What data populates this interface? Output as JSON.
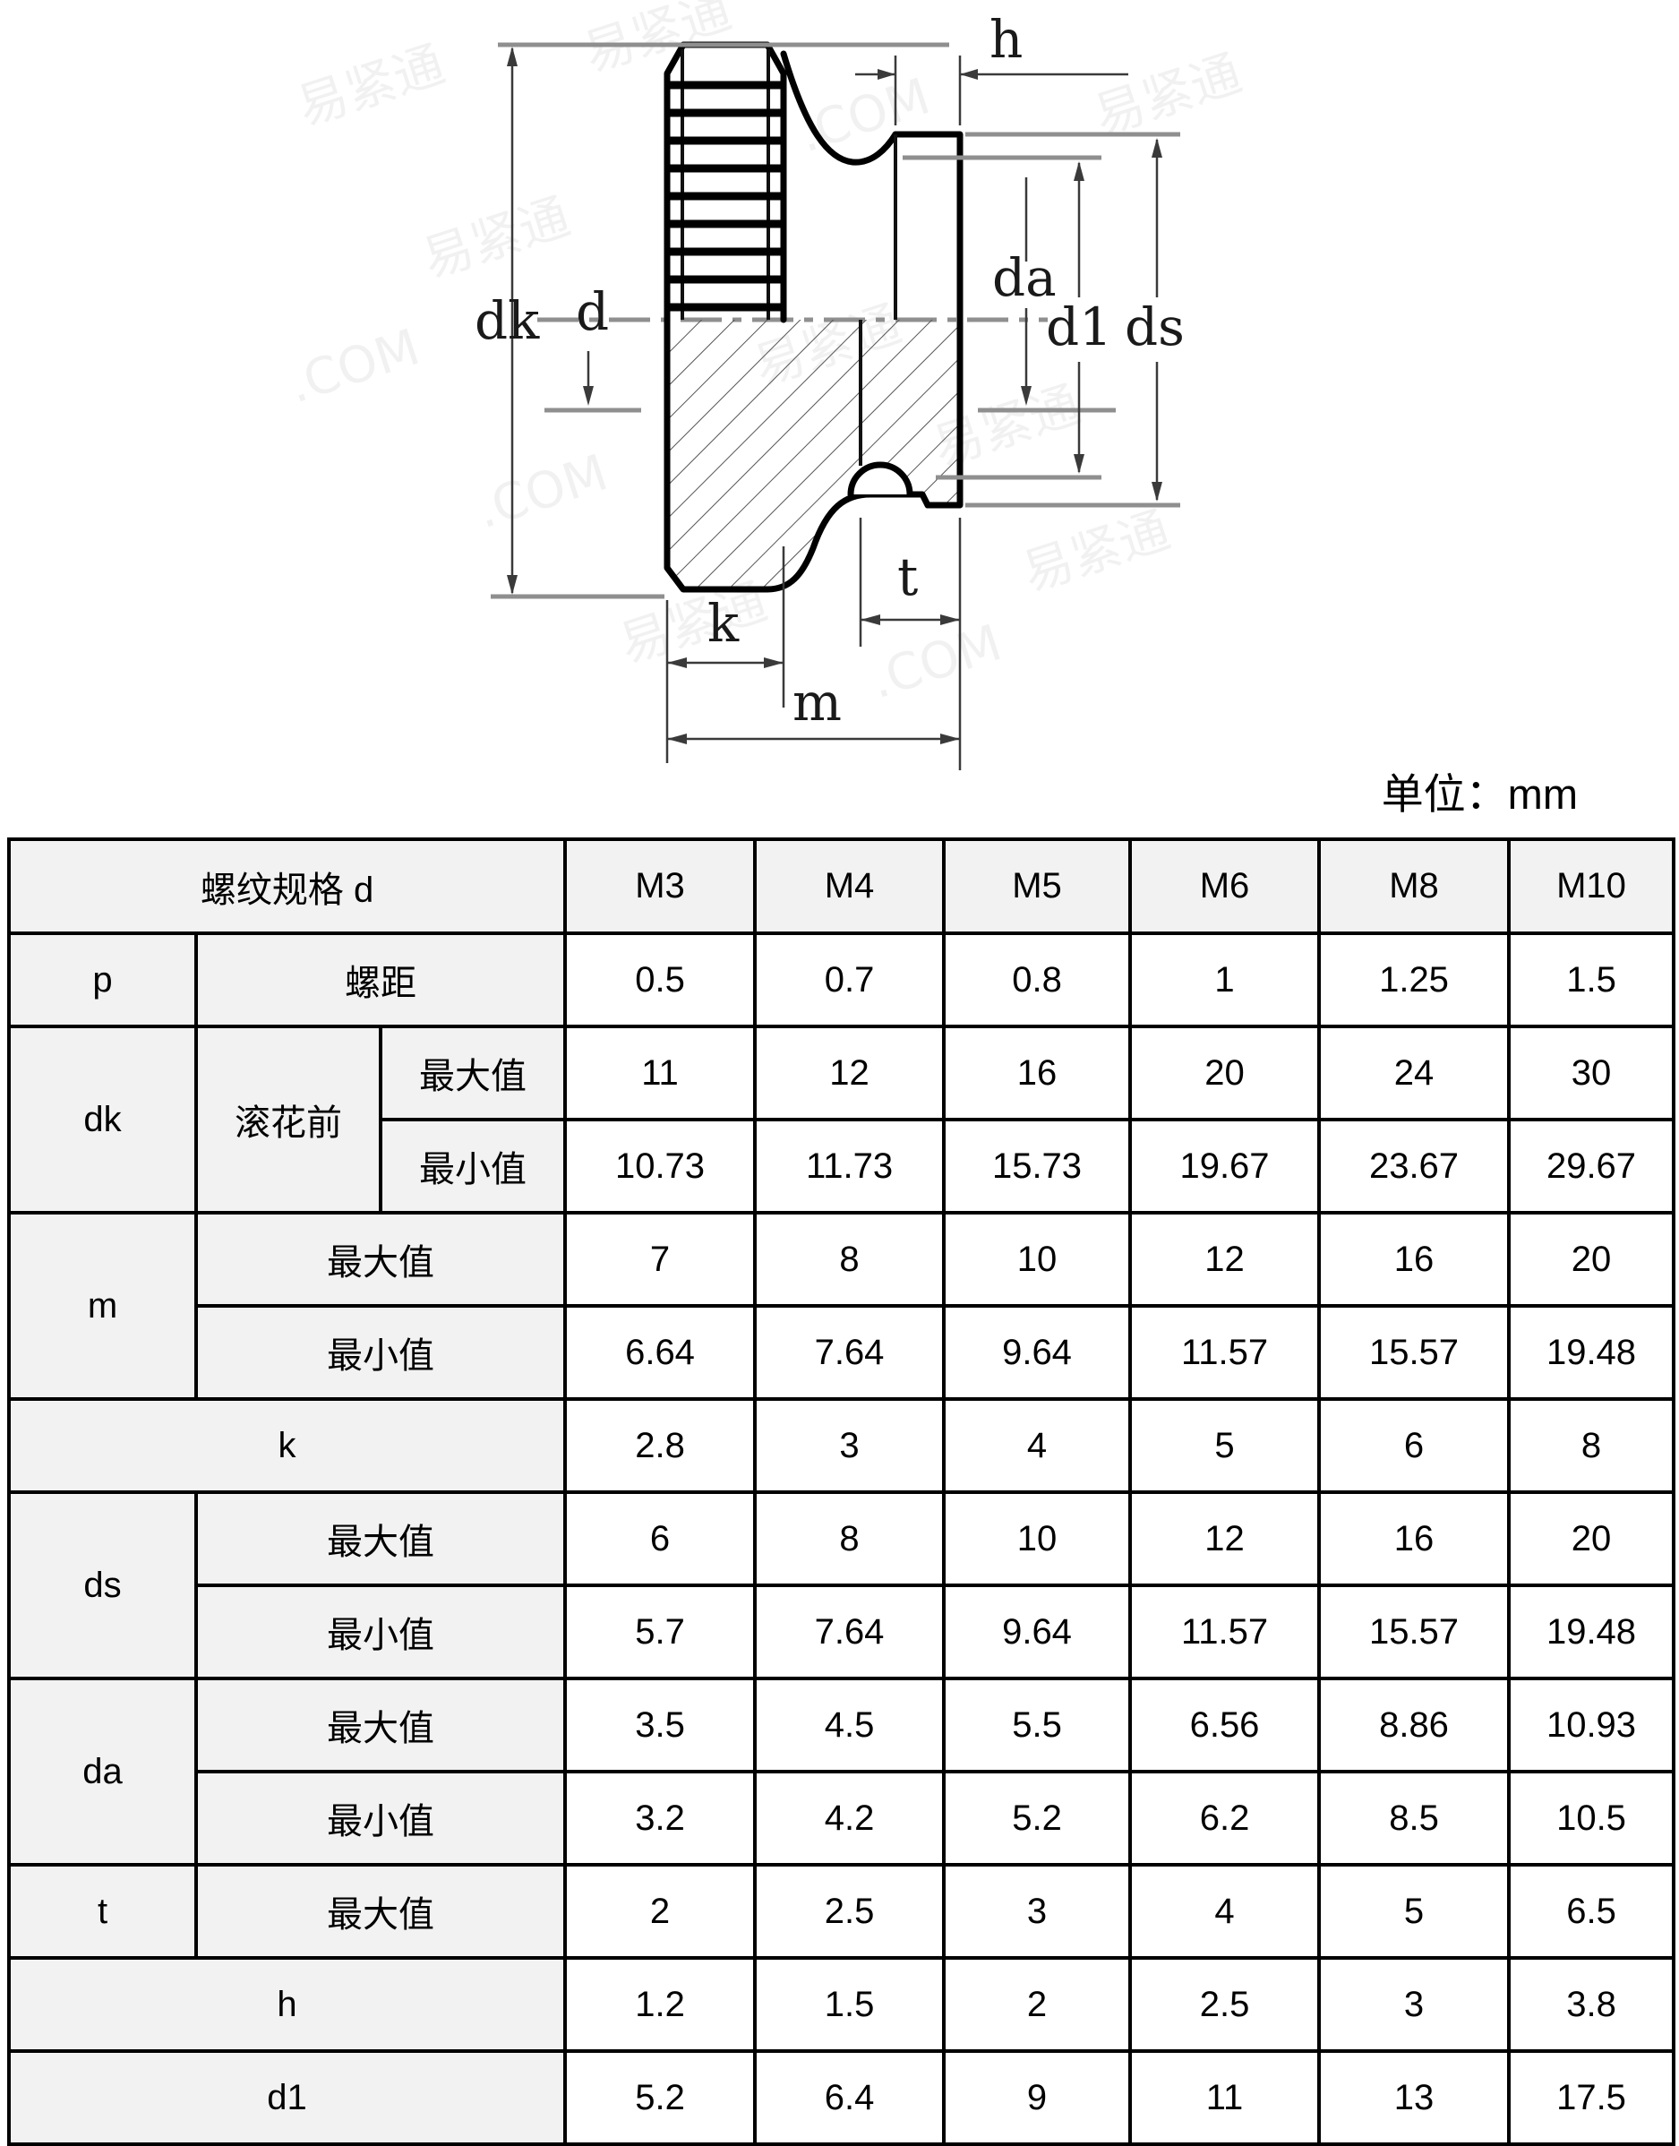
{
  "page": {
    "unit_label": "单位：mm"
  },
  "drawing": {
    "labels": {
      "dk": "dk",
      "d": "d",
      "h": "h",
      "da": "da",
      "d1": "d1",
      "ds": "ds",
      "t": "t",
      "k": "k",
      "m": "m"
    },
    "watermark_cn": "易紧通",
    "watermark_com": ".COM"
  },
  "table": {
    "columns": [
      "M3",
      "M4",
      "M5",
      "M6",
      "M8",
      "M10"
    ],
    "rows": [
      [
        {
          "t": "螺纹规格 d",
          "cs": 3,
          "k": "l"
        },
        {
          "t": "M3",
          "k": "l"
        },
        {
          "t": "M4",
          "k": "l"
        },
        {
          "t": "M5",
          "k": "l"
        },
        {
          "t": "M6",
          "k": "l"
        },
        {
          "t": "M8",
          "k": "l"
        },
        {
          "t": "M10",
          "k": "l"
        }
      ],
      [
        {
          "t": "p",
          "k": "l"
        },
        {
          "t": "螺距",
          "cs": 2,
          "k": "l"
        },
        {
          "t": "0.5",
          "k": "v"
        },
        {
          "t": "0.7",
          "k": "v"
        },
        {
          "t": "0.8",
          "k": "v"
        },
        {
          "t": "1",
          "k": "v"
        },
        {
          "t": "1.25",
          "k": "v"
        },
        {
          "t": "1.5",
          "k": "v"
        }
      ],
      [
        {
          "t": "dk",
          "rs": 2,
          "k": "l"
        },
        {
          "t": "滚花前",
          "rs": 2,
          "k": "l"
        },
        {
          "t": "最大值",
          "k": "l"
        },
        {
          "t": "11",
          "k": "v"
        },
        {
          "t": "12",
          "k": "v"
        },
        {
          "t": "16",
          "k": "v"
        },
        {
          "t": "20",
          "k": "v"
        },
        {
          "t": "24",
          "k": "v"
        },
        {
          "t": "30",
          "k": "v"
        }
      ],
      [
        {
          "t": "最小值",
          "k": "l"
        },
        {
          "t": "10.73",
          "k": "v"
        },
        {
          "t": "11.73",
          "k": "v"
        },
        {
          "t": "15.73",
          "k": "v"
        },
        {
          "t": "19.67",
          "k": "v"
        },
        {
          "t": "23.67",
          "k": "v"
        },
        {
          "t": "29.67",
          "k": "v"
        }
      ],
      [
        {
          "t": "m",
          "rs": 2,
          "k": "l"
        },
        {
          "t": "最大值",
          "cs": 2,
          "k": "l"
        },
        {
          "t": "7",
          "k": "v"
        },
        {
          "t": "8",
          "k": "v"
        },
        {
          "t": "10",
          "k": "v"
        },
        {
          "t": "12",
          "k": "v"
        },
        {
          "t": "16",
          "k": "v"
        },
        {
          "t": "20",
          "k": "v"
        }
      ],
      [
        {
          "t": "最小值",
          "cs": 2,
          "k": "l"
        },
        {
          "t": "6.64",
          "k": "v"
        },
        {
          "t": "7.64",
          "k": "v"
        },
        {
          "t": "9.64",
          "k": "v"
        },
        {
          "t": "11.57",
          "k": "v"
        },
        {
          "t": "15.57",
          "k": "v"
        },
        {
          "t": "19.48",
          "k": "v"
        }
      ],
      [
        {
          "t": "k",
          "cs": 3,
          "k": "l"
        },
        {
          "t": "2.8",
          "k": "v"
        },
        {
          "t": "3",
          "k": "v"
        },
        {
          "t": "4",
          "k": "v"
        },
        {
          "t": "5",
          "k": "v"
        },
        {
          "t": "6",
          "k": "v"
        },
        {
          "t": "8",
          "k": "v"
        }
      ],
      [
        {
          "t": "ds",
          "rs": 2,
          "k": "l"
        },
        {
          "t": "最大值",
          "cs": 2,
          "k": "l"
        },
        {
          "t": "6",
          "k": "v"
        },
        {
          "t": "8",
          "k": "v"
        },
        {
          "t": "10",
          "k": "v"
        },
        {
          "t": "12",
          "k": "v"
        },
        {
          "t": "16",
          "k": "v"
        },
        {
          "t": "20",
          "k": "v"
        }
      ],
      [
        {
          "t": "最小值",
          "cs": 2,
          "k": "l"
        },
        {
          "t": "5.7",
          "k": "v"
        },
        {
          "t": "7.64",
          "k": "v"
        },
        {
          "t": "9.64",
          "k": "v"
        },
        {
          "t": "11.57",
          "k": "v"
        },
        {
          "t": "15.57",
          "k": "v"
        },
        {
          "t": "19.48",
          "k": "v"
        }
      ],
      [
        {
          "t": "da",
          "rs": 2,
          "k": "l"
        },
        {
          "t": "最大值",
          "cs": 2,
          "k": "l"
        },
        {
          "t": "3.5",
          "k": "v"
        },
        {
          "t": "4.5",
          "k": "v"
        },
        {
          "t": "5.5",
          "k": "v"
        },
        {
          "t": "6.56",
          "k": "v"
        },
        {
          "t": "8.86",
          "k": "v"
        },
        {
          "t": "10.93",
          "k": "v"
        }
      ],
      [
        {
          "t": "最小值",
          "cs": 2,
          "k": "l"
        },
        {
          "t": "3.2",
          "k": "v"
        },
        {
          "t": "4.2",
          "k": "v"
        },
        {
          "t": "5.2",
          "k": "v"
        },
        {
          "t": "6.2",
          "k": "v"
        },
        {
          "t": "8.5",
          "k": "v"
        },
        {
          "t": "10.5",
          "k": "v"
        }
      ],
      [
        {
          "t": "t",
          "k": "l"
        },
        {
          "t": "最大值",
          "cs": 2,
          "k": "l"
        },
        {
          "t": "2",
          "k": "v"
        },
        {
          "t": "2.5",
          "k": "v"
        },
        {
          "t": "3",
          "k": "v"
        },
        {
          "t": "4",
          "k": "v"
        },
        {
          "t": "5",
          "k": "v"
        },
        {
          "t": "6.5",
          "k": "v"
        }
      ],
      [
        {
          "t": "h",
          "cs": 3,
          "k": "l"
        },
        {
          "t": "1.2",
          "k": "v"
        },
        {
          "t": "1.5",
          "k": "v"
        },
        {
          "t": "2",
          "k": "v"
        },
        {
          "t": "2.5",
          "k": "v"
        },
        {
          "t": "3",
          "k": "v"
        },
        {
          "t": "3.8",
          "k": "v"
        }
      ],
      [
        {
          "t": "d1",
          "cs": 3,
          "k": "l"
        },
        {
          "t": "5.2",
          "k": "v"
        },
        {
          "t": "6.4",
          "k": "v"
        },
        {
          "t": "9",
          "k": "v"
        },
        {
          "t": "11",
          "k": "v"
        },
        {
          "t": "13",
          "k": "v"
        },
        {
          "t": "17.5",
          "k": "v"
        }
      ]
    ]
  }
}
